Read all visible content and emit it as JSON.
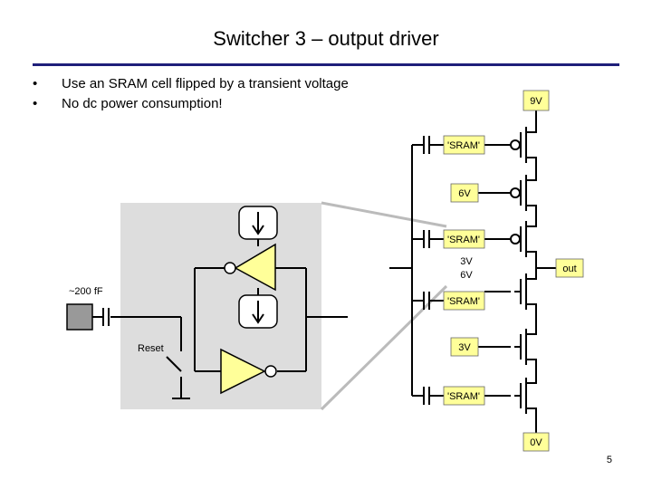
{
  "title": "Switcher 3 – output driver",
  "bullets": [
    "Use an SRAM cell flipped by a transient voltage",
    "No dc power consumption!"
  ],
  "bullet_symbol": "•",
  "labels": {
    "v9": "9V",
    "sram1": "'SRAM'",
    "v6a": "6V",
    "sram2": "'SRAM'",
    "v3a": "3V",
    "v6b": "6V",
    "out": "out",
    "sram3": "'SRAM'",
    "v3b": "3V",
    "sram4": "'SRAM'",
    "v0": "0V",
    "cap": "~200 fF",
    "reset": "Reset"
  },
  "page_number": "5",
  "colors": {
    "label_fill": "#ffff99",
    "triangle_fill": "#ffff99",
    "panel_fill": "#dddddd",
    "rule": "#1f1f7a",
    "source_fill": "#999999"
  }
}
